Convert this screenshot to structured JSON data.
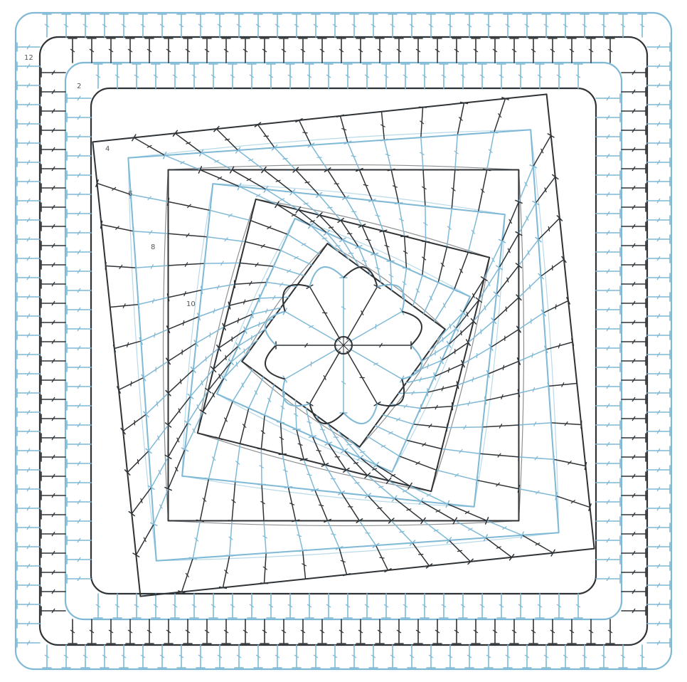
{
  "diagram": {
    "type": "crochet-granny-square-chart",
    "colors": {
      "background": "#ffffff",
      "dark": "#2f3336",
      "light": "#7fb9d6"
    },
    "center_icon": "magic-ring-icon",
    "row_markers": [
      "12",
      "2",
      "4",
      "6",
      "8",
      "10"
    ]
  }
}
